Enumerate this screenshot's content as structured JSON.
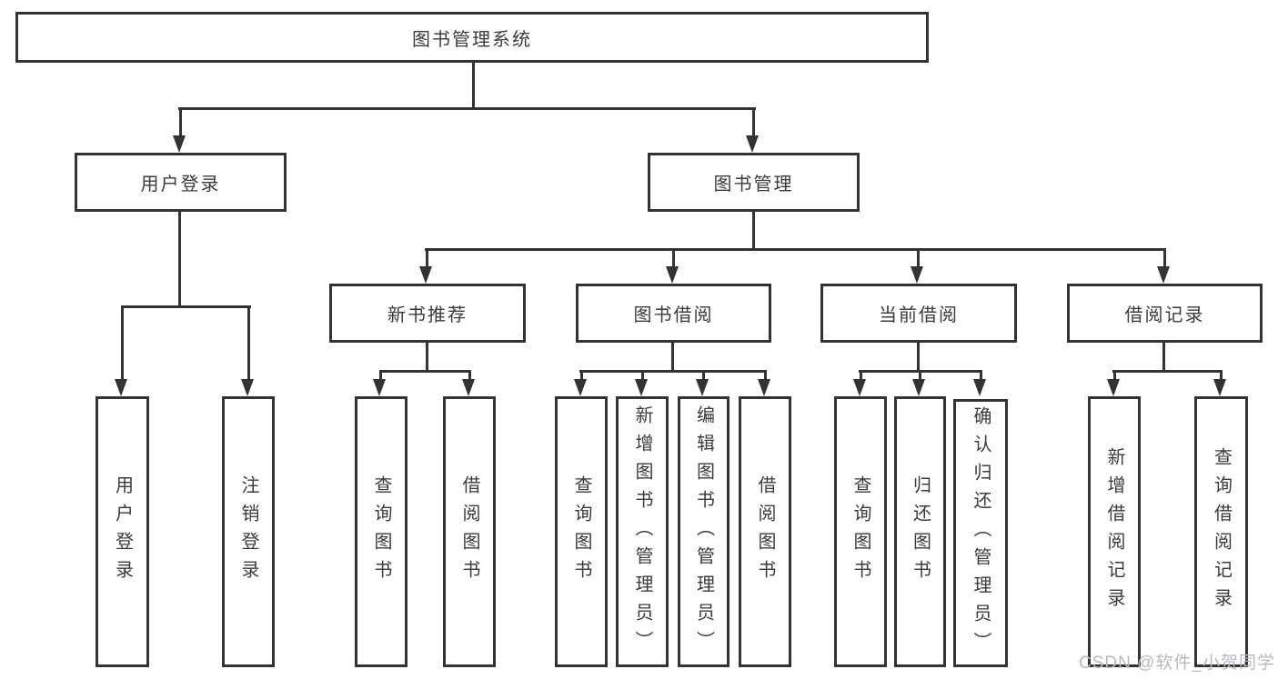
{
  "diagram": {
    "type": "hierarchy-tree",
    "nodes": {
      "system": "图书管理系统",
      "user_login": "用户登录",
      "book_mgmt": "图书管理",
      "new_book_rec": "新书推荐",
      "book_borrow": "图书借阅",
      "current_borrow": "当前借阅",
      "borrow_records": "借阅记录",
      "user_login_leaf": "用户登录",
      "logout": "注销登录",
      "query_books": "查询图书",
      "borrow_books": "借阅图书",
      "add_books_admin": "新增图书（管理员）",
      "edit_books_admin": "编辑图书（管理员）",
      "return_books": "归还图书",
      "confirm_return_admin": "确认归还（管理员）",
      "add_borrow_record": "新增借阅记录",
      "query_borrow_record": "查询借阅记录"
    },
    "edges": [
      [
        "图书管理系统",
        "用户登录"
      ],
      [
        "图书管理系统",
        "图书管理"
      ],
      [
        "用户登录",
        "用户登录"
      ],
      [
        "用户登录",
        "注销登录"
      ],
      [
        "图书管理",
        "新书推荐"
      ],
      [
        "图书管理",
        "图书借阅"
      ],
      [
        "图书管理",
        "当前借阅"
      ],
      [
        "图书管理",
        "借阅记录"
      ],
      [
        "新书推荐",
        "查询图书"
      ],
      [
        "新书推荐",
        "借阅图书"
      ],
      [
        "图书借阅",
        "查询图书"
      ],
      [
        "图书借阅",
        "新增图书（管理员）"
      ],
      [
        "图书借阅",
        "编辑图书（管理员）"
      ],
      [
        "图书借阅",
        "借阅图书"
      ],
      [
        "当前借阅",
        "查询图书"
      ],
      [
        "当前借阅",
        "归还图书"
      ],
      [
        "当前借阅",
        "确认归还（管理员）"
      ],
      [
        "借阅记录",
        "新增借阅记录"
      ],
      [
        "借阅记录",
        "查询借阅记录"
      ]
    ]
  },
  "watermark": {
    "text": "CSDN @软件_小贺同学",
    "color": "#b7babf"
  },
  "colors": {
    "line": "#333333",
    "box_border": "#333333",
    "text": "#3b3b3b",
    "background": "#ffffff"
  }
}
